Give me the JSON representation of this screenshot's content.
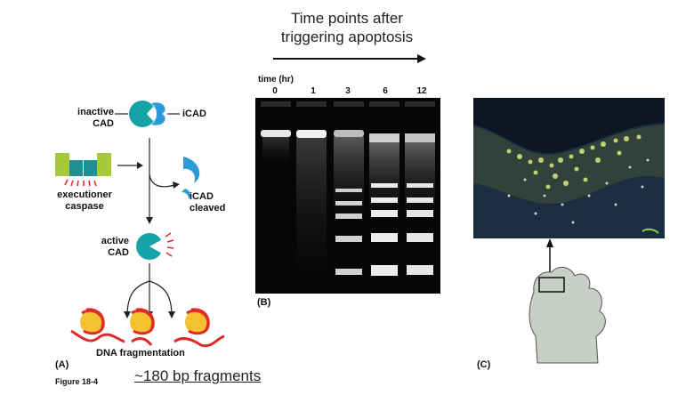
{
  "title": {
    "line1": "Time points after",
    "line2": "triggering apoptosis"
  },
  "panel_a": {
    "inactive_cad": [
      "inactive",
      "CAD"
    ],
    "icad": "iCAD",
    "executioner_caspase": [
      "executioner",
      "caspase"
    ],
    "icad_cleaved": [
      "iCAD",
      "cleaved"
    ],
    "active_cad": [
      "active",
      "CAD"
    ],
    "dna_fragmentation": "DNA fragmentation",
    "label": "(A)",
    "colors": {
      "cad": "#17a2a8",
      "icad": "#2d9bd9",
      "caspase_green": "#a6c93b",
      "caspase_teal": "#1f8f95",
      "dna": "#e02b2b",
      "histone": "#f2c230"
    }
  },
  "panel_b": {
    "time_label": "time (hr)",
    "lanes": [
      "0",
      "1",
      "3",
      "6",
      "12"
    ],
    "label": "(B)"
  },
  "panel_c": {
    "label": "(C)"
  },
  "figure_label": "Figure 18-4",
  "caption": "~180 bp fragments"
}
